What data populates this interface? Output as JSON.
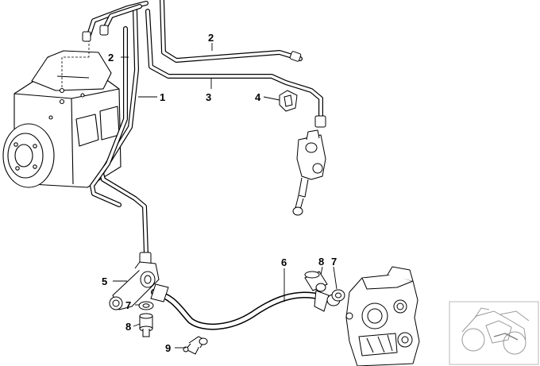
{
  "diagram": {
    "callouts": [
      {
        "id": "c-2-top",
        "label": "2"
      },
      {
        "id": "c-2-left",
        "label": "2"
      },
      {
        "id": "c-1",
        "label": "1"
      },
      {
        "id": "c-3",
        "label": "3"
      },
      {
        "id": "c-4",
        "label": "4"
      },
      {
        "id": "c-6",
        "label": "6"
      },
      {
        "id": "c-8-right",
        "label": "8"
      },
      {
        "id": "c-7-right",
        "label": "7"
      },
      {
        "id": "c-5",
        "label": "5"
      },
      {
        "id": "c-7-left",
        "label": "7"
      },
      {
        "id": "c-8-left",
        "label": "8"
      },
      {
        "id": "c-9",
        "label": "9"
      }
    ],
    "line_color": "#000000",
    "thumbnail_color": "#9a9a9a"
  }
}
